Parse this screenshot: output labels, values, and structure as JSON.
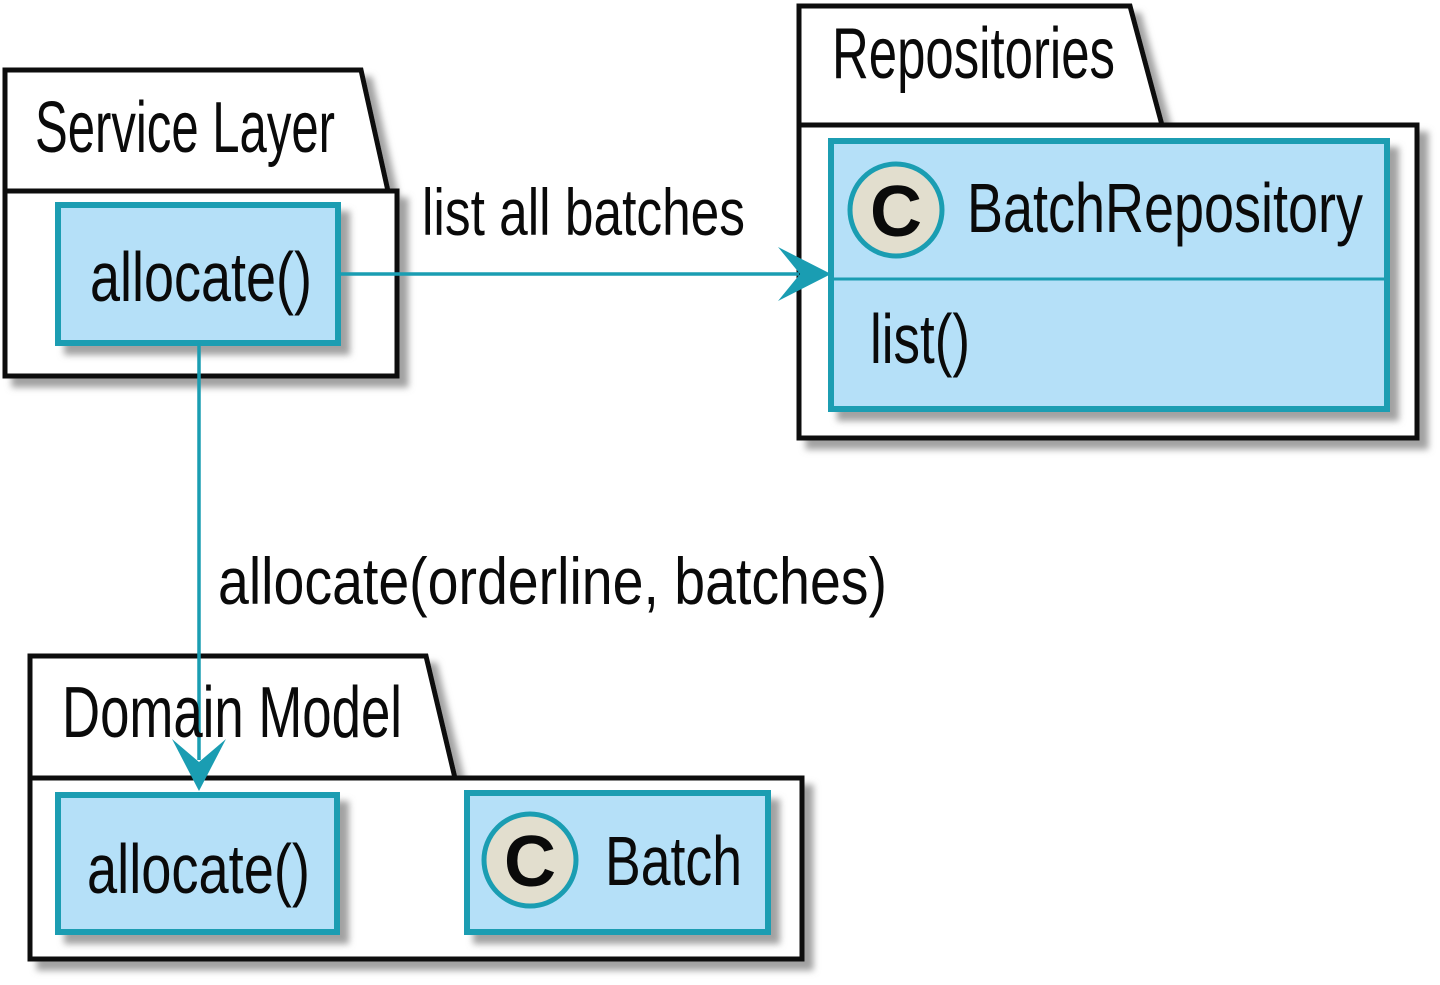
{
  "diagram": {
    "type": "uml-package-class-diagram",
    "packages": [
      {
        "id": "service-layer",
        "title": "Service Layer"
      },
      {
        "id": "repositories",
        "title": "Repositories"
      },
      {
        "id": "domain-model",
        "title": "Domain Model"
      }
    ],
    "elements": {
      "service_allocate": {
        "label": "allocate()"
      },
      "batch_repository": {
        "icon_letter": "C",
        "name": "BatchRepository",
        "method": "list()"
      },
      "domain_allocate": {
        "label": "allocate()"
      },
      "batch_class": {
        "icon_letter": "C",
        "name": "Batch"
      }
    },
    "arrows": [
      {
        "from": "Service Layer / allocate()",
        "to": "Repositories / BatchRepository",
        "label": "list all batches"
      },
      {
        "from": "Service Layer / allocate()",
        "to": "Domain Model / allocate()",
        "label": "allocate(orderline, batches)"
      }
    ],
    "colors": {
      "accent_teal": "#1a9db2",
      "fill_blue": "#b5e0f8",
      "icon_beige": "#e2dece",
      "outline_black": "#0a0a0a",
      "shadow_gray": "#8a8a8a",
      "background": "#ffffff"
    }
  }
}
